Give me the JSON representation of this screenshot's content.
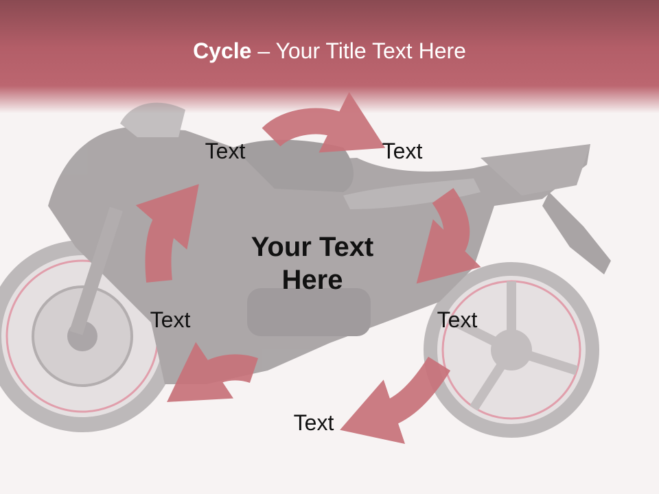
{
  "slide": {
    "title_bold": "Cycle",
    "title_rest": " – Your Title Text Here",
    "center_text": "Your Text Here",
    "nodes": [
      "Text",
      "Text",
      "Text",
      "Text",
      "Text"
    ]
  },
  "colors": {
    "accent": "#c8727a",
    "header": "#b35e68",
    "background": "#f7f3f3"
  },
  "background_image": "motorcycle"
}
